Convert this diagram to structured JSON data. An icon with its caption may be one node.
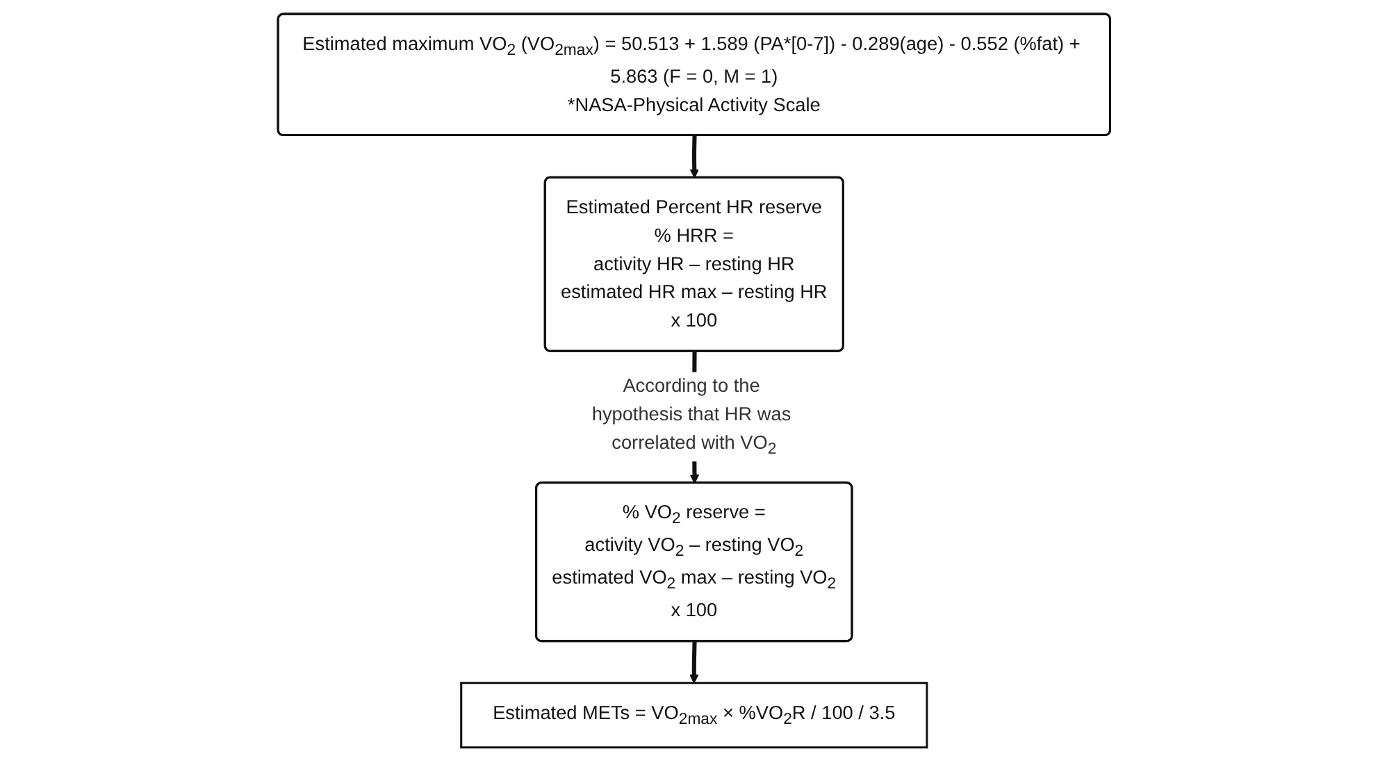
{
  "diagram": {
    "nodes": [
      {
        "text": [
          "Estimated maximum VO$_{2}$ (VO$_{2max}$) = 50.513 + 1.589 (PA*[0-7]) - 0.289(age) - 0.552 (%fat) + 5.863 (F = 0, M = 1)",
          "*NASA-Physical Activity Scale"
        ]
      },
      {
        "text": [
          "Estimated Percent HR reserve",
          "% HRR =",
          "activity HR – resting HR",
          "estimated HR max – resting HR",
          "x 100"
        ]
      },
      {
        "text": [
          "% VO$_{2}$ reserve =",
          "activity VO$_{2}$ – resting VO$_{2}$",
          "estimated VO$_{2}$ max – resting VO$_{2}$",
          "x 100"
        ]
      },
      {
        "text": [
          "Estimated METs  =  VO$_{2max}$ × %VO$_{2}$R / 100 / 3.5"
        ]
      }
    ],
    "edges": [
      {
        "from": 0,
        "to": 1,
        "arrow": "to"
      },
      {
        "from": 1,
        "to": 2,
        "arrow": "to",
        "label": "According to the hypothesis that HR was correlated with VO$_{2}$"
      },
      {
        "from": 2,
        "to": 3,
        "arrow": "to"
      }
    ]
  }
}
